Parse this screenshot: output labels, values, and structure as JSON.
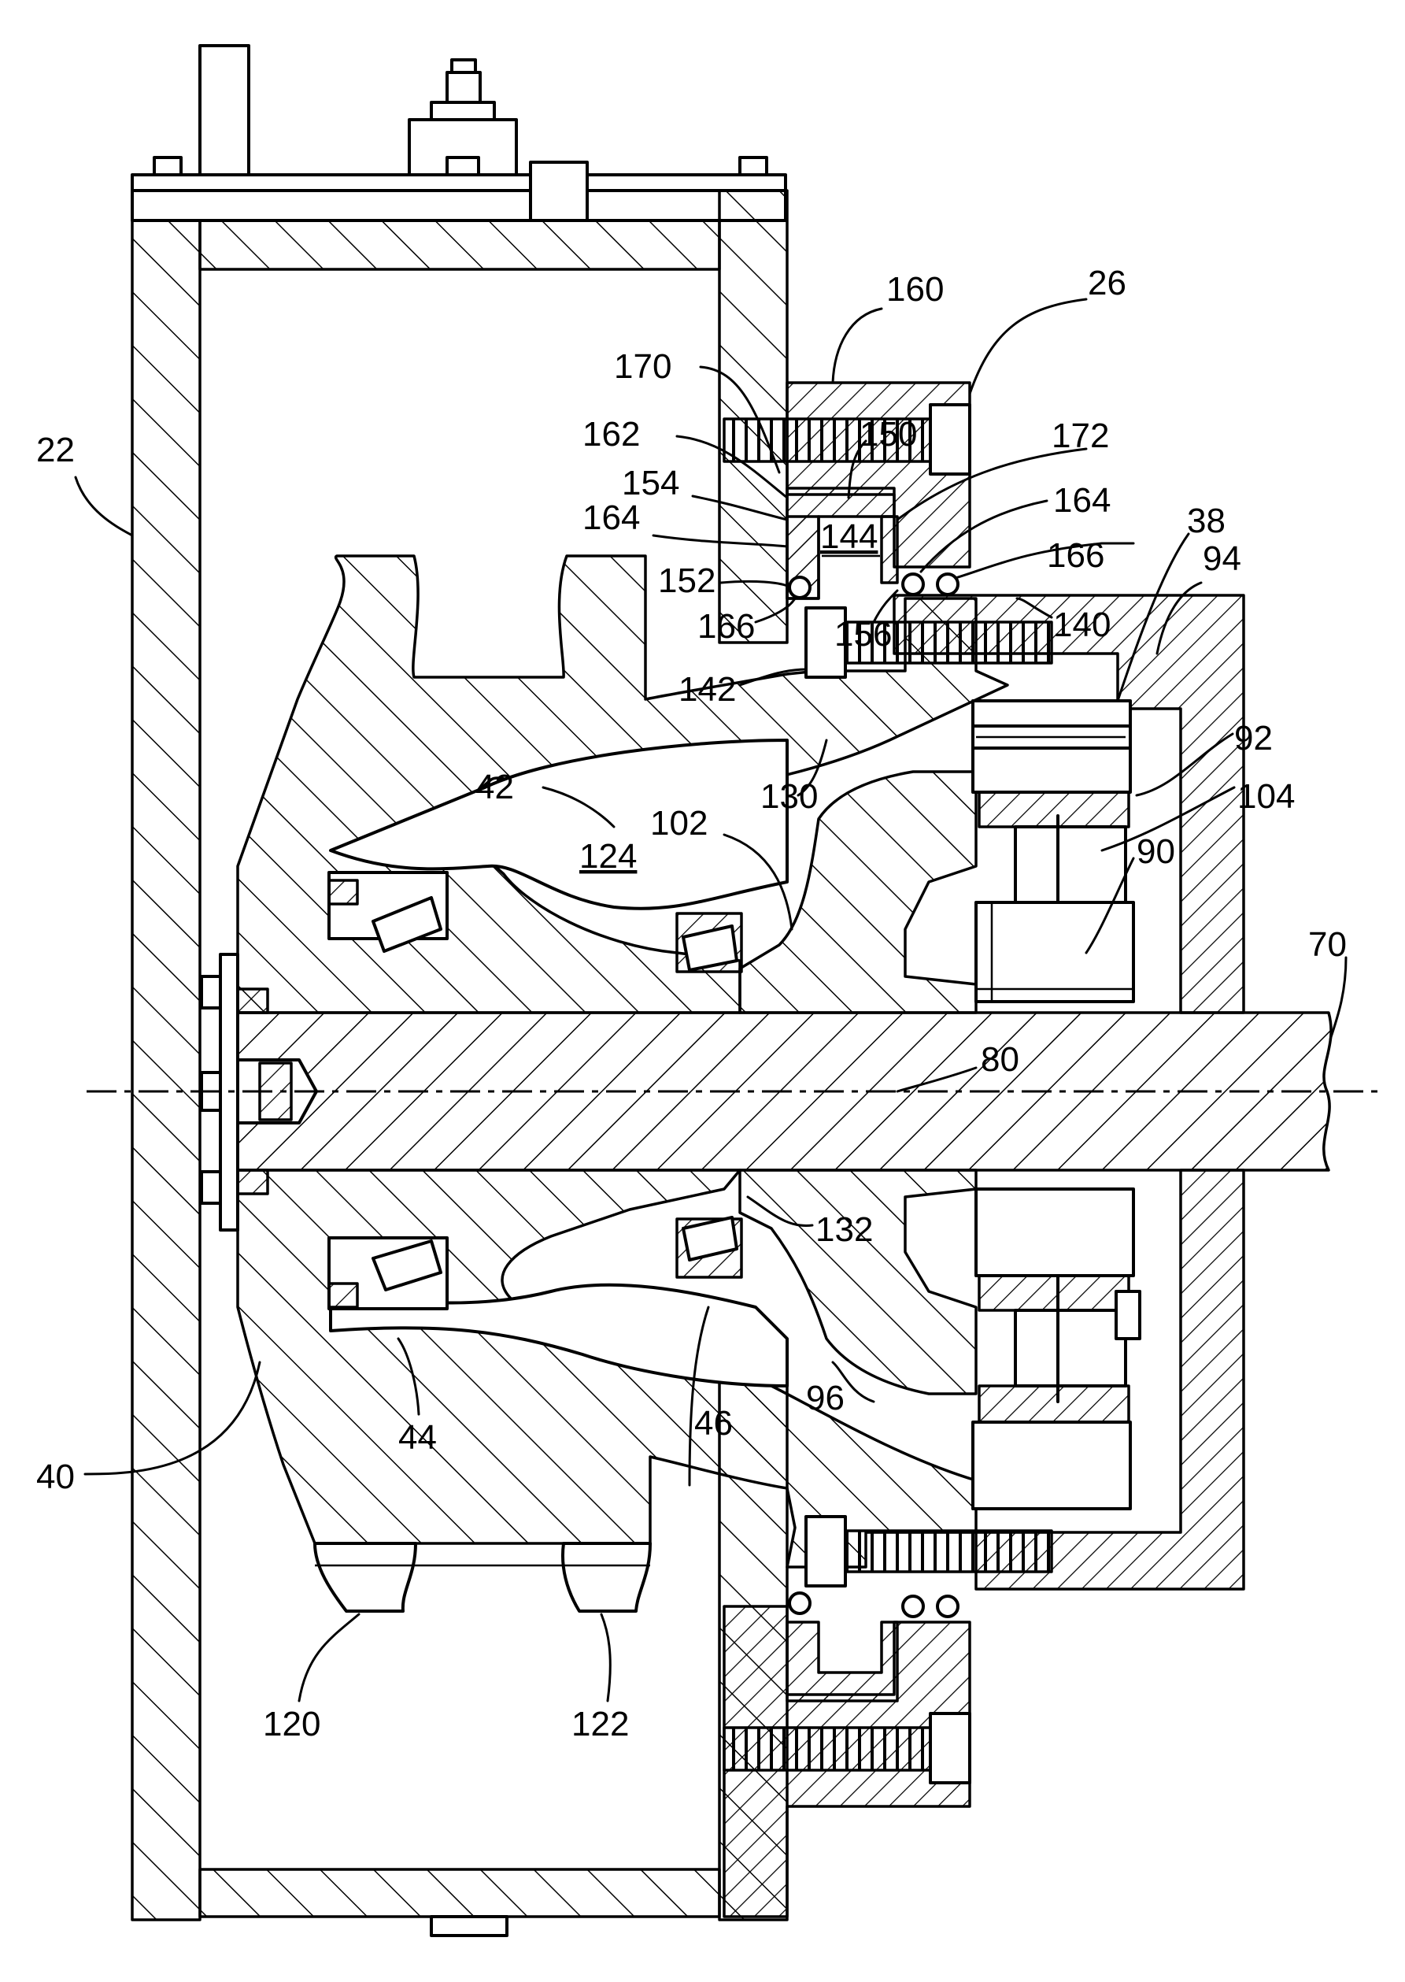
{
  "figure": {
    "labels": [
      {
        "key": "l22",
        "text": "22"
      },
      {
        "key": "l160",
        "text": "160"
      },
      {
        "key": "l26",
        "text": "26"
      },
      {
        "key": "l170",
        "text": "170"
      },
      {
        "key": "l162",
        "text": "162"
      },
      {
        "key": "l150",
        "text": "150"
      },
      {
        "key": "l172",
        "text": "172"
      },
      {
        "key": "l154",
        "text": "154"
      },
      {
        "key": "l164a",
        "text": "164"
      },
      {
        "key": "l144",
        "text": "144"
      },
      {
        "key": "l164b",
        "text": "164"
      },
      {
        "key": "l38",
        "text": "38"
      },
      {
        "key": "l166a",
        "text": "166"
      },
      {
        "key": "l94",
        "text": "94"
      },
      {
        "key": "l152",
        "text": "152"
      },
      {
        "key": "l166b",
        "text": "166"
      },
      {
        "key": "l156",
        "text": "156"
      },
      {
        "key": "l140",
        "text": "140"
      },
      {
        "key": "l142",
        "text": "142"
      },
      {
        "key": "l92",
        "text": "92"
      },
      {
        "key": "l42",
        "text": "42"
      },
      {
        "key": "l130",
        "text": "130"
      },
      {
        "key": "l104",
        "text": "104"
      },
      {
        "key": "l102",
        "text": "102"
      },
      {
        "key": "l124",
        "text": "124"
      },
      {
        "key": "l90",
        "text": "90"
      },
      {
        "key": "l70",
        "text": "70"
      },
      {
        "key": "l80",
        "text": "80"
      },
      {
        "key": "l132",
        "text": "132"
      },
      {
        "key": "l44",
        "text": "44"
      },
      {
        "key": "l46",
        "text": "46"
      },
      {
        "key": "l96",
        "text": "96"
      },
      {
        "key": "l40",
        "text": "40"
      },
      {
        "key": "l120",
        "text": "120"
      },
      {
        "key": "l122",
        "text": "122"
      }
    ]
  }
}
